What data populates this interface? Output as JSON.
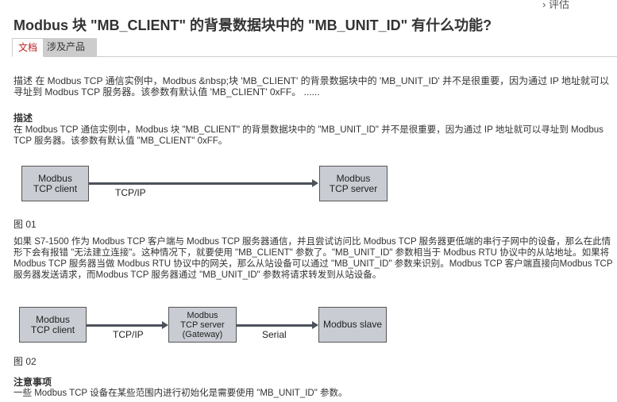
{
  "header": {
    "rate_link": "› 评估",
    "title": "Modbus 块 \"MB_CLIENT\" 的背景数据块中的 \"MB_UNIT_ID\" 有什么功能?"
  },
  "tabs": [
    {
      "label": "文档",
      "active": true
    },
    {
      "label": "涉及产品",
      "active": false
    }
  ],
  "summary": "描述 在 Modbus TCP 通信实例中，Modbus &nbsp;块 'MB_CLIENT' 的背景数据块中的 'MB_UNIT_ID' 并不是很重要，因为通过 IP 地址就可以寻址到 Modbus TCP 服务器。该参数有默认值 'MB_CLIENT' 0xFF。 ......",
  "description": {
    "heading": "描述",
    "text": "在 Modbus TCP 通信实例中，Modbus  块 \"MB_CLIENT\" 的背景数据块中的 \"MB_UNIT_ID\" 并不是很重要，因为通过 IP 地址就可以寻址到 Modbus TCP 服务器。该参数有默认值 \"MB_CLIENT\" 0xFF。"
  },
  "figure1": {
    "client": "Modbus\nTCP client",
    "server": "Modbus\nTCP server",
    "link": "TCP/IP",
    "caption": "图 01"
  },
  "paragraph2": "如果 S7-1500 作为 Modbus TCP 客户端与 Modbus TCP 服务器通信，并且尝试访问比 Modbus TCP 服务器更低端的串行子网中的设备，那么在此情形下会有报错 \"无法建立连接\"。这种情况下，就要使用 \"MB_CLIENT\" 参数了。\"MB_UNIT_ID\" 参数相当于 Modbus RTU 协议中的从站地址。如果将 Modbus TCP 服务器当做 Modbus RTU 协议中的网关，那么从站设备可以通过 \"MB_UNIT_ID\" 参数来识别。Modbus TCP 客户端直接向Modbus TCP 服务器发送请求，而Modbus TCP 服务器通过 \"MB_UNIT_ID\" 参数将请求转发到从站设备。",
  "figure2": {
    "client": "Modbus\nTCP client",
    "gateway": "Modbus\nTCP server\n(Gateway)",
    "slave": "Modbus slave",
    "link1": "TCP/IP",
    "link2": "Serial",
    "caption": "图 02"
  },
  "notes": {
    "heading": "注意事项",
    "text": "一些 Modbus TCP 设备在某些范围内进行初始化是需要使用 \"MB_UNIT_ID\" 参数。"
  }
}
